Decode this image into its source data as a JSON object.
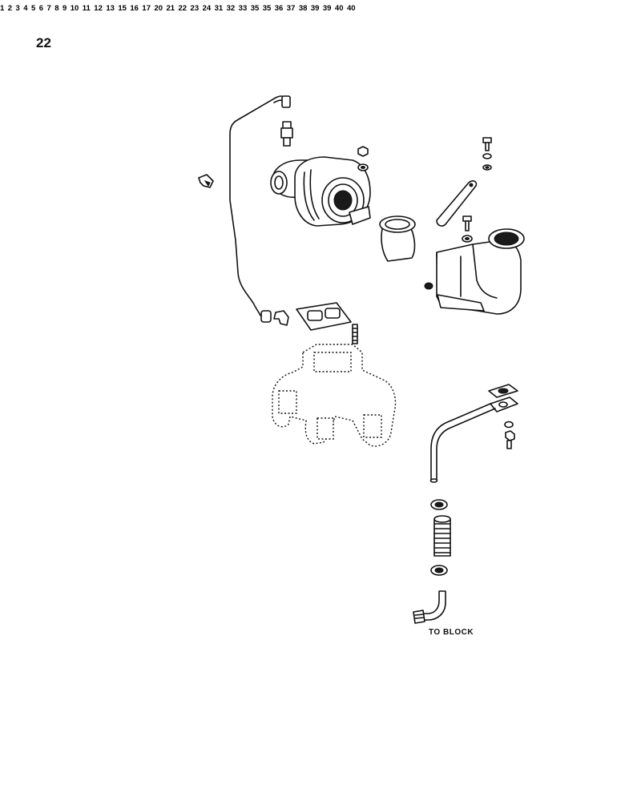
{
  "page": {
    "number": "22",
    "note": "TO BLOCK"
  },
  "callouts": [
    {
      "id": "c1",
      "label": "1"
    },
    {
      "id": "c2",
      "label": "2"
    },
    {
      "id": "c3",
      "label": "3"
    },
    {
      "id": "c4",
      "label": "4"
    },
    {
      "id": "c5",
      "label": "5"
    },
    {
      "id": "c6",
      "label": "6"
    },
    {
      "id": "c7",
      "label": "7"
    },
    {
      "id": "c8",
      "label": "8"
    },
    {
      "id": "c9",
      "label": "9"
    },
    {
      "id": "c10",
      "label": "10"
    },
    {
      "id": "c11",
      "label": "11"
    },
    {
      "id": "c12",
      "label": "12"
    },
    {
      "id": "c13",
      "label": "13"
    },
    {
      "id": "c15",
      "label": "15"
    },
    {
      "id": "c16",
      "label": "16"
    },
    {
      "id": "c17",
      "label": "17"
    },
    {
      "id": "c20",
      "label": "20"
    },
    {
      "id": "c21",
      "label": "21"
    },
    {
      "id": "c22",
      "label": "22"
    },
    {
      "id": "c23",
      "label": "23"
    },
    {
      "id": "c24",
      "label": "24"
    },
    {
      "id": "c31",
      "label": "31"
    },
    {
      "id": "c32",
      "label": "32"
    },
    {
      "id": "c33",
      "label": "33"
    },
    {
      "id": "c35a",
      "label": "35"
    },
    {
      "id": "c35b",
      "label": "35"
    },
    {
      "id": "c36",
      "label": "36"
    },
    {
      "id": "c37",
      "label": "37"
    },
    {
      "id": "c38",
      "label": "38"
    },
    {
      "id": "c39a",
      "label": "39"
    },
    {
      "id": "c39b",
      "label": "39"
    },
    {
      "id": "c40a",
      "label": "40"
    },
    {
      "id": "c40b",
      "label": "40"
    }
  ]
}
